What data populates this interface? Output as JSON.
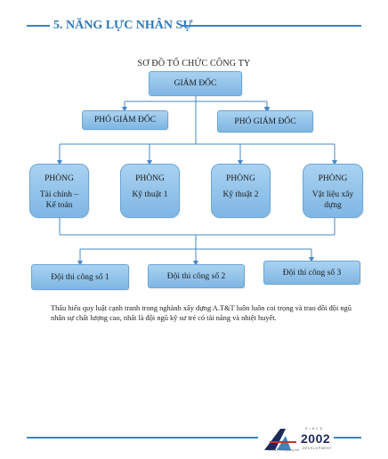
{
  "header": {
    "title": "5. NĂNG LỰC NHÂN SỰ"
  },
  "chart": {
    "title": "SƠ ĐỒ TỔ CHỨC CÔNG TY",
    "director": "GIÁM ĐỐC",
    "deputy_left": "PHÓ GIÁM ĐỐC",
    "deputy_right": "PHÓ GIÁM ĐỐC",
    "departments": [
      {
        "line1": "PHÒNG",
        "line2": "Tài chính –",
        "line3": "Kế toán"
      },
      {
        "line1": "PHÒNG",
        "line2": "Kỹ thuật 1",
        "line3": ""
      },
      {
        "line1": "PHÒNG",
        "line2": "Kỹ thuật 2",
        "line3": ""
      },
      {
        "line1": "PHÒNG",
        "line2": "Vật liệu xây",
        "line3": "dựng"
      }
    ],
    "teams": [
      "Đội thi công số 1",
      "Đội thi công số 2",
      "Đội thi công số 3"
    ]
  },
  "description": "Thấu hiểu quy luật cạnh tranh trong nghành xây dựng A.T&T luôn luôn coi trọng và trao dồi đội ngũ nhân sự chất lượng cao, nhất là đội ngũ kỹ sư trẻ có tài năng và nhiệt huyết.",
  "footer": {
    "logo_year": "2002",
    "logo_top_text": "S I N C E",
    "logo_bottom_text": "DEVELOPMENT",
    "logo_company": "A.T&T Company ltd"
  },
  "colors": {
    "accent": "#3c84c2",
    "box_fill": "#93c4ea",
    "connector": "#4a88c6"
  }
}
